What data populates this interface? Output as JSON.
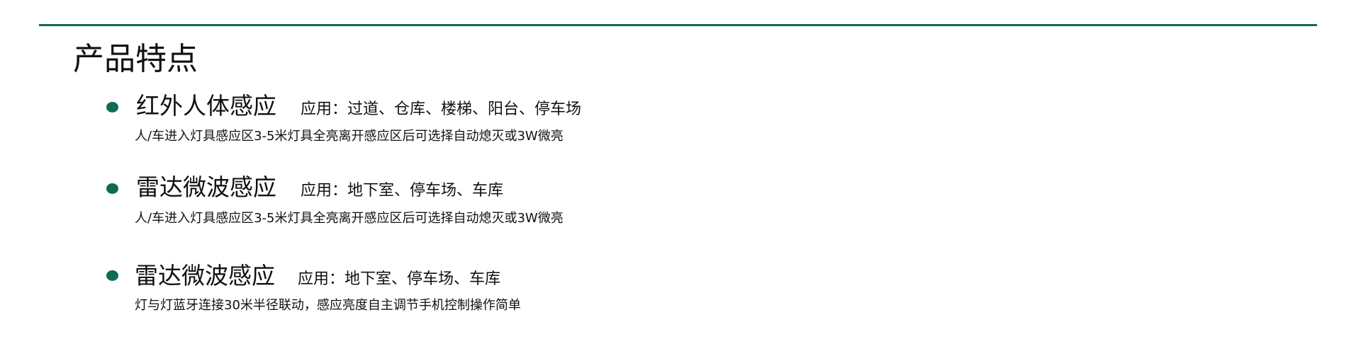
{
  "colors": {
    "accent": "#0f6b55",
    "text": "#111111",
    "background": "#ffffff"
  },
  "heading": "产品特点",
  "features": [
    {
      "title": "红外人体感应",
      "application": "应用：过道、仓库、楼梯、阳台、停车场",
      "description": "人/车进入灯具感应区3-5米灯具全亮离开感应区后可选择自动熄灭或3W微亮"
    },
    {
      "title": "雷达微波感应",
      "application": "应用：地下室、停车场、车库",
      "description": "人/车进入灯具感应区3-5米灯具全亮离开感应区后可选择自动熄灭或3W微亮"
    },
    {
      "title": "雷达微波感应",
      "application": "应用：地下室、停车场、车库",
      "description": "灯与灯蓝牙连接30米半径联动，感应亮度自主调节手机控制操作简单"
    }
  ]
}
